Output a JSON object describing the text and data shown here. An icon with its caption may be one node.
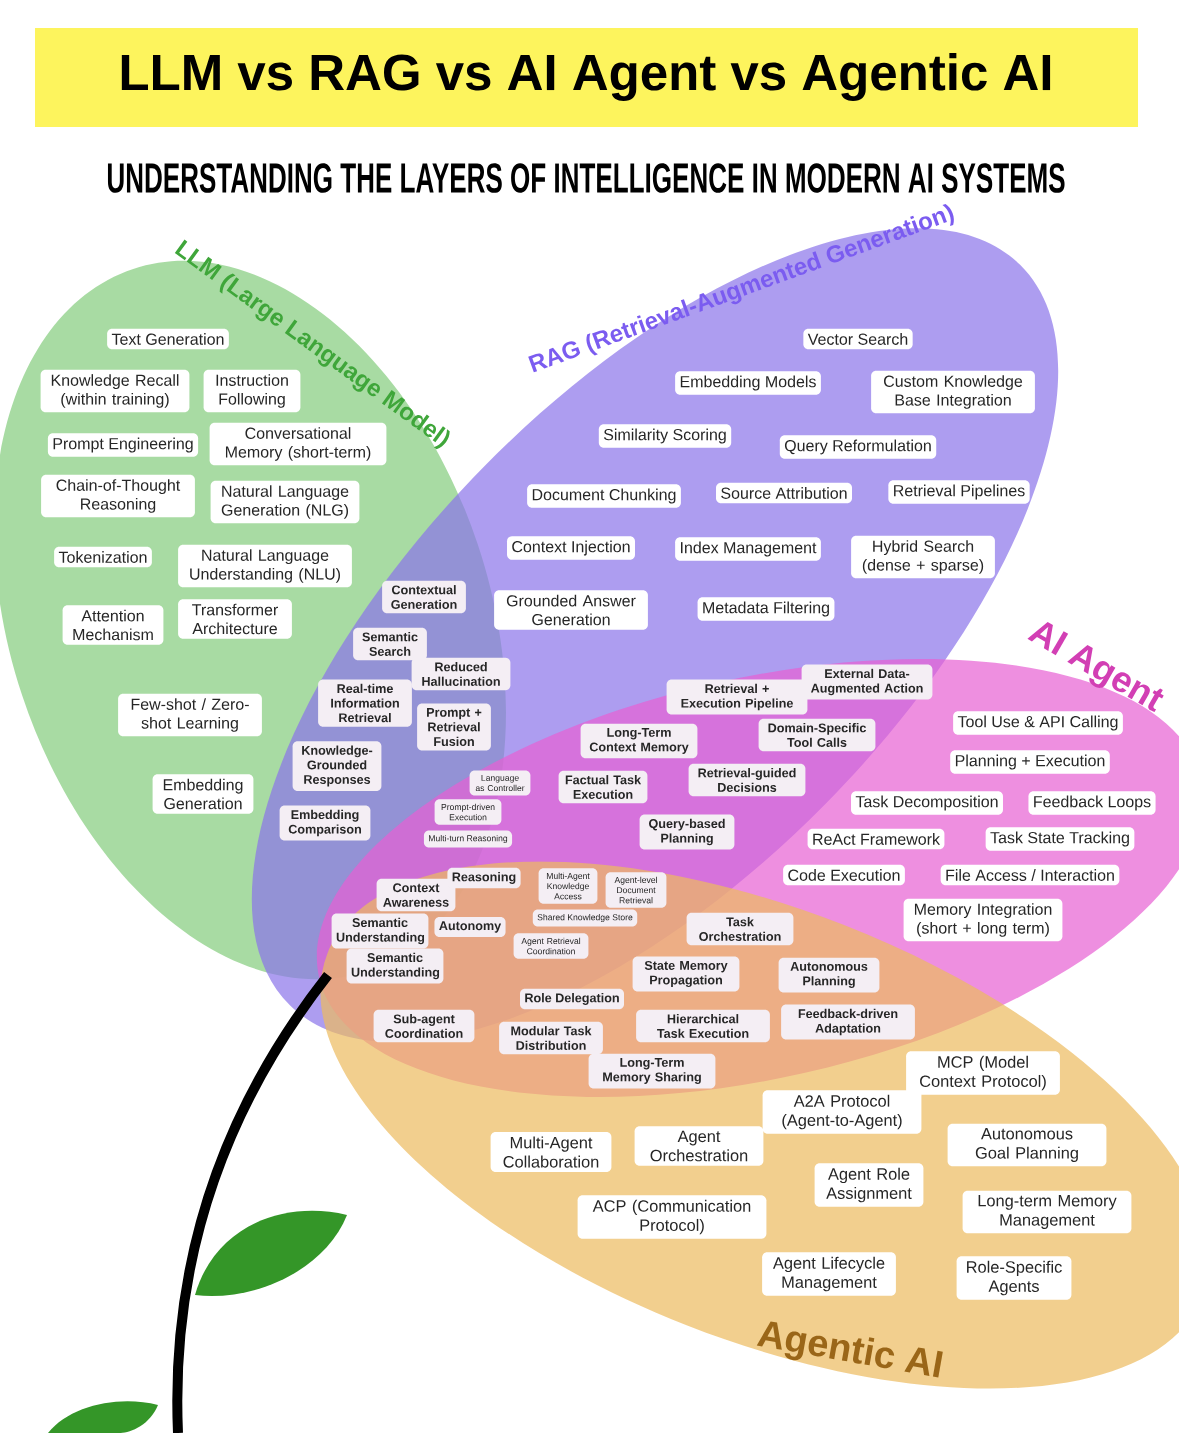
{
  "diagram": {
    "title": "LLM vs RAG vs AI Agent vs Agentic AI",
    "nodes": [
      {
        "text": [
          "LLM (Large Language Model)"
        ]
      },
      {
        "text": [
          "RAG (Retrieval-Augmented Generation)"
        ]
      },
      {
        "text": [
          "AI Agent"
        ]
      },
      {
        "text": [
          "Agentic AI"
        ]
      },
      {
        "text": [
          "Text Generation"
        ],
        "in": 0
      },
      {
        "text": [
          "Knowledge Recall (within training)"
        ],
        "in": 0
      },
      {
        "text": [
          "Instruction Following"
        ],
        "in": 0
      },
      {
        "text": [
          "Prompt Engineering"
        ],
        "in": 0
      },
      {
        "text": [
          "Conversational Memory (short-term)"
        ],
        "in": 0
      },
      {
        "text": [
          "Chain-of-Thought Reasoning"
        ],
        "in": 0
      },
      {
        "text": [
          "Natural Language Generation (NLG)"
        ],
        "in": 0
      },
      {
        "text": [
          "Tokenization"
        ],
        "in": 0
      },
      {
        "text": [
          "Natural Language Understanding (NLU)"
        ],
        "in": 0
      },
      {
        "text": [
          "Attention Mechanism"
        ],
        "in": 0
      },
      {
        "text": [
          "Transformer Architecture"
        ],
        "in": 0
      },
      {
        "text": [
          "Few-shot / Zero-shot Learning"
        ],
        "in": 0
      },
      {
        "text": [
          "Embedding Generation"
        ],
        "in": 0
      },
      {
        "text": [
          "Vector Search"
        ],
        "in": 1
      },
      {
        "text": [
          "Embedding Models"
        ],
        "in": 1
      },
      {
        "text": [
          "Custom Knowledge Base Integration"
        ],
        "in": 1
      },
      {
        "text": [
          "Similarity Scoring"
        ],
        "in": 1
      },
      {
        "text": [
          "Query Reformulation"
        ],
        "in": 1
      },
      {
        "text": [
          "Document Chunking"
        ],
        "in": 1
      },
      {
        "text": [
          "Source Attribution"
        ],
        "in": 1
      },
      {
        "text": [
          "Retrieval Pipelines"
        ],
        "in": 1
      },
      {
        "text": [
          "Context Injection"
        ],
        "in": 1
      },
      {
        "text": [
          "Index Management"
        ],
        "in": 1
      },
      {
        "text": [
          "Hybrid Search (dense + sparse)"
        ],
        "in": 1
      },
      {
        "text": [
          "Grounded Answer Generation"
        ],
        "in": 1
      },
      {
        "text": [
          "Metadata Filtering"
        ],
        "in": 1
      },
      {
        "text": [
          "Contextual Generation"
        ]
      },
      {
        "text": [
          "Semantic Search"
        ]
      },
      {
        "text": [
          "Reduced Hallucination"
        ]
      },
      {
        "text": [
          "Real-time Information Retrieval"
        ]
      },
      {
        "text": [
          "Prompt + Retrieval Fusion"
        ]
      },
      {
        "text": [
          "Knowledge-Grounded Responses"
        ]
      },
      {
        "text": [
          "Embedding Comparison"
        ]
      },
      {
        "text": [
          "Language as Controller"
        ]
      },
      {
        "text": [
          "Prompt-driven Execution"
        ]
      },
      {
        "text": [
          "Multi-turn Reasoning"
        ]
      },
      {
        "text": [
          "External Data-Augmented Action"
        ]
      },
      {
        "text": [
          "Retrieval + Execution Pipeline"
        ]
      },
      {
        "text": [
          "Long-Term Context Memory"
        ]
      },
      {
        "text": [
          "Domain-Specific Tool Calls"
        ]
      },
      {
        "text": [
          "Factual Task Execution"
        ]
      },
      {
        "text": [
          "Retrieval-guided Decisions"
        ]
      },
      {
        "text": [
          "Query-based Planning"
        ]
      },
      {
        "text": [
          "Tool Use & API Calling"
        ],
        "in": 2
      },
      {
        "text": [
          "Planning + Execution"
        ],
        "in": 2
      },
      {
        "text": [
          "Task Decomposition"
        ],
        "in": 2
      },
      {
        "text": [
          "Feedback Loops"
        ],
        "in": 2
      },
      {
        "text": [
          "ReAct Framework"
        ],
        "in": 2
      },
      {
        "text": [
          "Task State Tracking"
        ],
        "in": 2
      },
      {
        "text": [
          "Code Execution"
        ],
        "in": 2
      },
      {
        "text": [
          "File Access / Interaction"
        ],
        "in": 2
      },
      {
        "text": [
          "Memory Integration (short + long term)"
        ],
        "in": 2
      },
      {
        "text": [
          "Context Awareness"
        ]
      },
      {
        "text": [
          "Reasoning"
        ]
      },
      {
        "text": [
          "Semantic Understanding"
        ]
      },
      {
        "text": [
          "Autonomy"
        ]
      },
      {
        "text": [
          "Semantic Understanding"
        ]
      },
      {
        "text": [
          "Multi-Agent Knowledge Access"
        ]
      },
      {
        "text": [
          "Agent-level Document Retrieval"
        ]
      },
      {
        "text": [
          "Shared Knowledge Store"
        ]
      },
      {
        "text": [
          "Agent Retrieval Coordination"
        ]
      },
      {
        "text": [
          "Task Orchestration"
        ]
      },
      {
        "text": [
          "State Memory Propagation"
        ]
      },
      {
        "text": [
          "Autonomous Planning"
        ]
      },
      {
        "text": [
          "Role Delegation"
        ]
      },
      {
        "text": [
          "Sub-agent Coordination"
        ]
      },
      {
        "text": [
          "Modular Task Distribution"
        ]
      },
      {
        "text": [
          "Hierarchical Task Execution"
        ]
      },
      {
        "text": [
          "Feedback-driven Adaptation"
        ]
      },
      {
        "text": [
          "Long-Term Memory Sharing"
        ]
      },
      {
        "text": [
          "MCP (Model Context Protocol)"
        ],
        "in": 3
      },
      {
        "text": [
          "A2A Protocol (Agent-to-Agent)"
        ],
        "in": 3
      },
      {
        "text": [
          "Multi-Agent Collaboration"
        ],
        "in": 3
      },
      {
        "text": [
          "Agent Orchestration"
        ],
        "in": 3
      },
      {
        "text": [
          "Autonomous Goal Planning"
        ],
        "in": 3
      },
      {
        "text": [
          "Agent Role Assignment"
        ],
        "in": 3
      },
      {
        "text": [
          "ACP (Communication Protocol)"
        ],
        "in": 3
      },
      {
        "text": [
          "Long-term Memory Management"
        ],
        "in": 3
      },
      {
        "text": [
          "Agent Lifecycle Management"
        ],
        "in": 3
      },
      {
        "text": [
          "Role-Specific Agents"
        ],
        "in": 3
      }
    ],
    "labels": [
      "UNDERSTANDING THE LAYERS OF INTELLIGENCE IN MODERN AI SYSTEMS"
    ]
  }
}
